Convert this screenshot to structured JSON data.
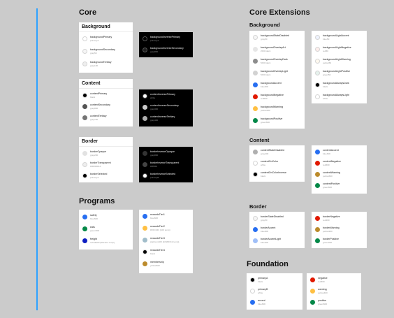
{
  "headings": {
    "core": "Core",
    "core_extensions": "Core Extensions",
    "programs": "Programs",
    "foundation": "Foundation",
    "ext_background": "Background",
    "ext_content": "Content",
    "ext_border": "Border"
  },
  "core": {
    "background": {
      "title": "Background",
      "light": [
        {
          "name": "backgroundPrimary",
          "value": "primaryA",
          "color": "#ffffff"
        },
        {
          "name": "backgroundSecondary",
          "value": "gray50",
          "color": "#f6f6f6"
        },
        {
          "name": "backgroundTertiary",
          "value": "gray100",
          "color": "#eeeeee"
        }
      ],
      "dark": [
        {
          "name": "backgroundInversePrimary",
          "value": "primaryA",
          "color": "#000000"
        },
        {
          "name": "backgroundInverseSecondary",
          "value": "gray800",
          "color": "#1f1f1f"
        }
      ]
    },
    "content": {
      "title": "Content",
      "light": [
        {
          "name": "contentPrimary",
          "value": "black",
          "color": "#000000"
        },
        {
          "name": "contentSecondary",
          "value": "gray800",
          "color": "#545454"
        },
        {
          "name": "contentTertiary",
          "value": "gray700",
          "color": "#757575"
        }
      ],
      "dark": [
        {
          "name": "contentInversePrimary",
          "value": "white",
          "color": "#ffffff"
        },
        {
          "name": "contentInverseSecondary",
          "value": "gray300",
          "color": "#cbcbcb"
        },
        {
          "name": "contentInverseTertiary",
          "value": "gray400",
          "color": "#afafaf"
        }
      ]
    },
    "border": {
      "title": "Border",
      "light": [
        {
          "name": "borderOpaque",
          "value": "gray200",
          "color": "#e2e2e2"
        },
        {
          "name": "borderTransparent",
          "value": "#00000014",
          "color": "#eeeeee"
        },
        {
          "name": "borderSelected",
          "value": "primaryA",
          "color": "#000000"
        }
      ],
      "dark": [
        {
          "name": "borderInverseOpaque",
          "value": "gray800",
          "color": "#333333"
        },
        {
          "name": "borderInverseTransparent",
          "value": "#ffffff33",
          "color": "#444444"
        },
        {
          "name": "borderInverseSelected",
          "value": "primaryB",
          "color": "#ffffff"
        }
      ]
    }
  },
  "programs": {
    "left": [
      {
        "name": "safety",
        "value": "blue600",
        "color": "#276ef1"
      },
      {
        "name": "eats",
        "value": "green600",
        "color": "#048848"
      },
      {
        "name": "freight",
        "value": "cobalt400 (#0e1fc1 temp)",
        "color": "#0e1fc1"
      }
    ],
    "right": [
      {
        "name": "rewardsTier1",
        "value": "blue600",
        "color": "#276ef1"
      },
      {
        "name": "rewardsTier2",
        "value": "#FFC043 (100 temp)",
        "color": "#ffc043"
      },
      {
        "name": "rewardsTier3",
        "value": "platinum400 (#A1BDCA temp)",
        "color": "#a1bdca"
      },
      {
        "name": "rewardsTier4",
        "value": "black",
        "color": "#000000"
      },
      {
        "name": "membership",
        "value": "yellow600",
        "color": "#bc8b2c"
      }
    ]
  },
  "ext_background": {
    "left": [
      {
        "name": "backgroundStateDisabled",
        "value": "gray50",
        "color": "#f6f6f6"
      },
      {
        "name": "backgroundOverlayArt",
        "value": "20% black",
        "color": "#e6e6e6"
      },
      {
        "name": "backgroundOverlayDark",
        "value": "50% black",
        "color": "#8c8c8c"
      },
      {
        "name": "backgroundOverlayLight",
        "value": "50% black",
        "color": "#d2d2d2"
      },
      {
        "name": "backgroundAccent",
        "value": "blue600",
        "color": "#276ef1"
      },
      {
        "name": "backgroundNegative",
        "value": "red600",
        "color": "#e11900"
      },
      {
        "name": "backgroundWarning",
        "value": "yellow400",
        "color": "#ffc043"
      },
      {
        "name": "backgroundPositive",
        "value": "green600",
        "color": "#048848"
      }
    ],
    "right": [
      {
        "name": "backgroundLightAccent",
        "value": "blue50",
        "color": "#eff3fe"
      },
      {
        "name": "backgroundLightNegative",
        "value": "red50",
        "color": "#ffefed"
      },
      {
        "name": "backgroundLightWarning",
        "value": "yellow50",
        "color": "#fffaf0"
      },
      {
        "name": "backgroundLightPositive",
        "value": "green50",
        "color": "#e6f2ed"
      },
      {
        "name": "backgroundAlwaysDark",
        "value": "black",
        "color": "#000000"
      },
      {
        "name": "backgroundAlwaysLight",
        "value": "white",
        "color": "#ffffff"
      }
    ]
  },
  "ext_content": {
    "left": [
      {
        "name": "contentStateDisabled",
        "value": "gray400",
        "color": "#afafaf"
      },
      {
        "name": "contentOnColor",
        "value": "white",
        "color": "#ffffff"
      },
      {
        "name": "contentOnColorInverse",
        "value": "black",
        "color": "#000000"
      }
    ],
    "right": [
      {
        "name": "contentAccent",
        "value": "blue600",
        "color": "#276ef1"
      },
      {
        "name": "contentNegative",
        "value": "red600",
        "color": "#e11900"
      },
      {
        "name": "contentWarning",
        "value": "yellow600",
        "color": "#bc8b2c"
      },
      {
        "name": "contentPositive",
        "value": "green600",
        "color": "#048848"
      }
    ]
  },
  "ext_border": {
    "left": [
      {
        "name": "borderStateDisabled",
        "value": "gray50",
        "color": "#f6f6f6"
      },
      {
        "name": "borderAccent",
        "value": "blue600",
        "color": "#276ef1"
      },
      {
        "name": "borderAccentLight",
        "value": "blue300",
        "color": "#a0bff8"
      }
    ],
    "right": [
      {
        "name": "borderNegative",
        "value": "red200",
        "color": "#e11900"
      },
      {
        "name": "borderWarning",
        "value": "yellow200",
        "color": "#bc8b2c"
      },
      {
        "name": "borderPositive",
        "value": "green200",
        "color": "#048848"
      }
    ]
  },
  "foundation": {
    "left": [
      {
        "name": "primaryA",
        "value": "black",
        "color": "#000000"
      },
      {
        "name": "primaryB",
        "value": "white",
        "color": "#ffffff"
      },
      {
        "name": "accent",
        "value": "blue600",
        "color": "#276ef1"
      }
    ],
    "right": [
      {
        "name": "negative",
        "value": "red600",
        "color": "#e11900"
      },
      {
        "name": "warning",
        "value": "yellow400",
        "color": "#ffc043"
      },
      {
        "name": "positive",
        "value": "green600",
        "color": "#048848"
      }
    ]
  }
}
